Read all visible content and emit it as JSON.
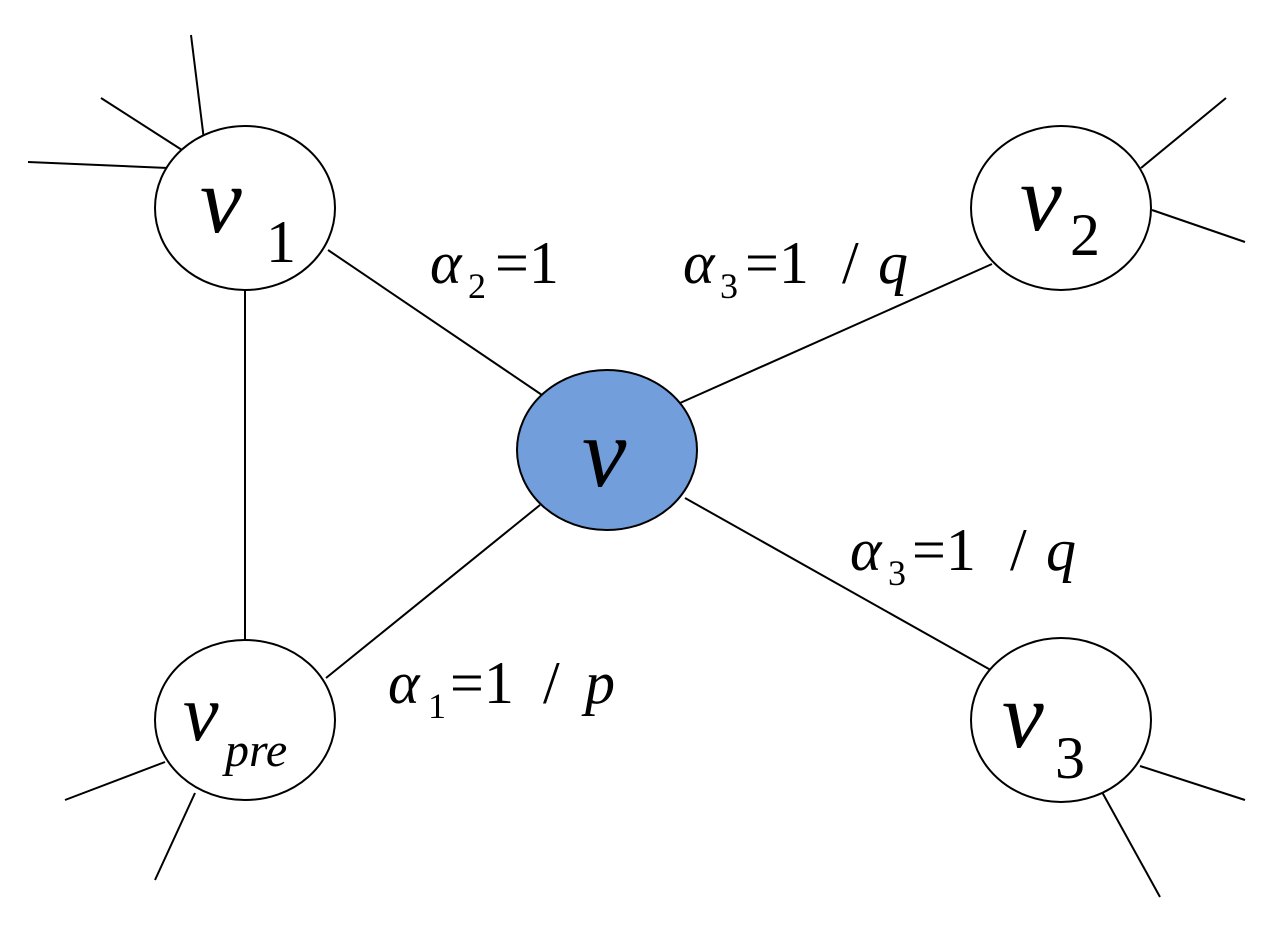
{
  "colors": {
    "center_fill": "#729fdb",
    "node_fill": "#ffffff",
    "stroke": "#000000"
  },
  "nodes": {
    "v": {
      "symbol": "v",
      "subscript": ""
    },
    "v1": {
      "symbol": "v",
      "subscript": "1"
    },
    "v2": {
      "symbol": "v",
      "subscript": "2"
    },
    "v3": {
      "symbol": "v",
      "subscript": "3"
    },
    "vpre": {
      "symbol": "v",
      "subscript": "pre"
    }
  },
  "edge_labels": {
    "v_v1": {
      "symbol": "α",
      "subscript": "2",
      "equals": "=1",
      "slash": "",
      "param": ""
    },
    "v_v2": {
      "symbol": "α",
      "subscript": "3",
      "equals": "=1",
      "slash": "/",
      "param": "q"
    },
    "v_v3": {
      "symbol": "α",
      "subscript": "3",
      "equals": "=1",
      "slash": "/",
      "param": "q"
    },
    "v_vpre": {
      "symbol": "α",
      "subscript": "1",
      "equals": "=1",
      "slash": "/",
      "param": "p"
    }
  }
}
